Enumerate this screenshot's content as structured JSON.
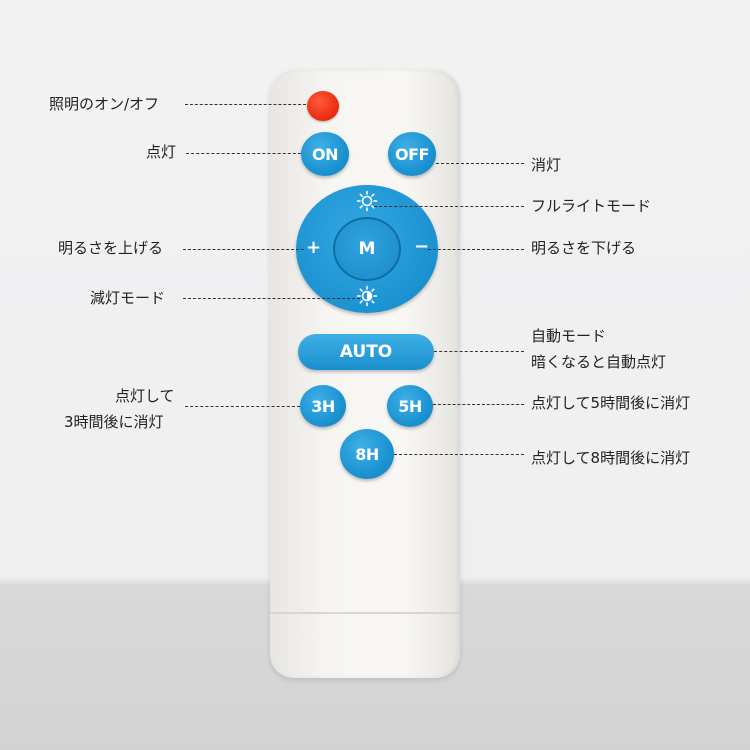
{
  "remote": {
    "buttons": {
      "on": "ON",
      "off": "OFF",
      "center": "M",
      "plus": "+",
      "minus": "−",
      "auto": "AUTO",
      "h3": "3H",
      "h5": "5H",
      "h8": "8H"
    }
  },
  "labels": {
    "power": "照明のオン/オフ",
    "on": "点灯",
    "off": "消灯",
    "full_light": "フルライトモード",
    "brighter": "明るさを上げる",
    "dimmer": "明るさを下げる",
    "dim_mode": "減灯モード",
    "auto_line1": "自動モード",
    "auto_line2": "暗くなると自動点灯",
    "h3_line1": "点灯して",
    "h3_line2": "3時間後に消灯",
    "h5": "点灯して5時間後に消灯",
    "h8": "点灯して8時間後に消灯"
  },
  "colors": {
    "button_blue": "#1c93d2",
    "power_red": "#e82a10",
    "remote_body": "#f6f5f2",
    "background": "#f2f2f3"
  },
  "icons": [
    "sun-bright-icon",
    "sun-dim-icon"
  ]
}
